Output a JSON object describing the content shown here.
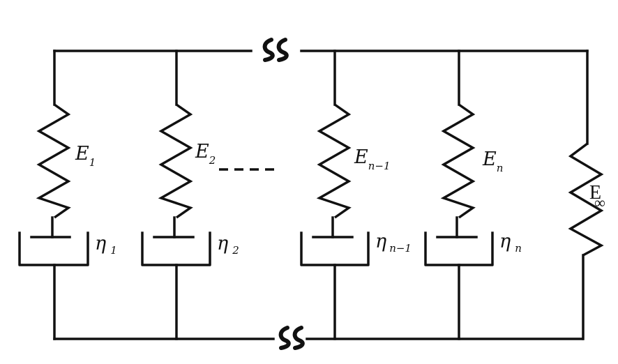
{
  "branches": [
    {
      "spring": {
        "symbol": "E",
        "sub": "1"
      },
      "dashpot": {
        "symbol": "η",
        "sub": "1"
      }
    },
    {
      "spring": {
        "symbol": "E",
        "sub": "2"
      },
      "dashpot": {
        "symbol": "η",
        "sub": "2"
      }
    },
    {
      "spring": {
        "symbol": "E",
        "sub": "n−1"
      },
      "dashpot": {
        "symbol": "η",
        "sub": "n−1"
      }
    },
    {
      "spring": {
        "symbol": "E",
        "sub": "n"
      },
      "dashpot": {
        "symbol": "η",
        "sub": "n"
      }
    }
  ],
  "equilibrium_spring": {
    "symbol": "E",
    "sub": "∞"
  }
}
